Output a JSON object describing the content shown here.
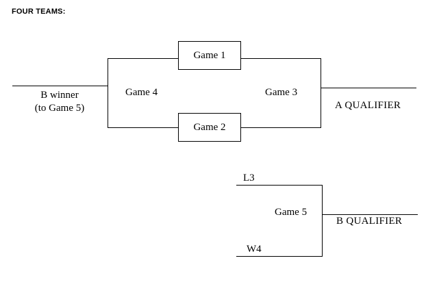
{
  "diagram": {
    "title": "FOUR TEAMS:",
    "upper_bracket": {
      "feed_in": {
        "line1": "B winner",
        "line2": "(to Game 5)"
      },
      "semifinal_left_label": "Game 4",
      "game_boxes": [
        {
          "label": "Game 1"
        },
        {
          "label": "Game 2"
        }
      ],
      "final_label": "Game 3",
      "outcome": "A QUALIFIER"
    },
    "lower_bracket": {
      "top_seed": "L3",
      "bottom_seed": "W4",
      "game_label": "Game 5",
      "outcome": "B QUALIFIER"
    }
  },
  "style": {
    "line_color": "#000000",
    "background": "#ffffff",
    "text_color": "#000000"
  }
}
